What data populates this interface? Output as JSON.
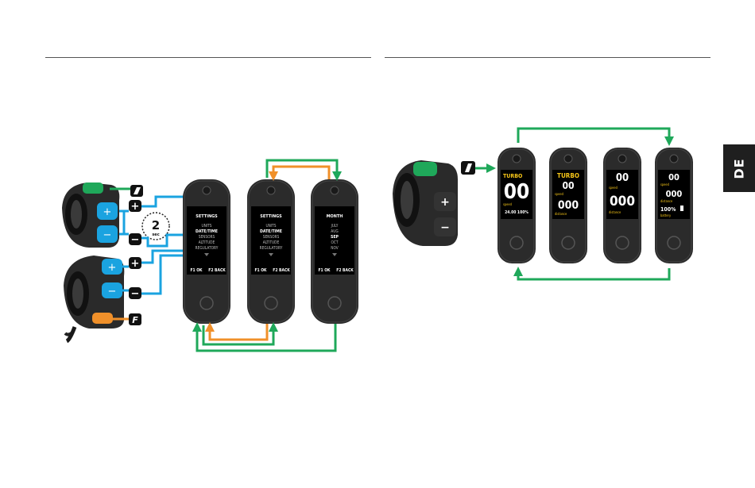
{
  "language_tab": "DE",
  "remote_buttons": {
    "plus": "+",
    "minus": "−",
    "function": "F",
    "confirm": "✓"
  },
  "hold_badge": {
    "value": "2",
    "unit": "sec"
  },
  "settings_flow": {
    "screen1": {
      "title": "SETTINGS",
      "items": [
        "UNITS",
        "DATE/TIME",
        "SENSORS",
        "ALTITUDE",
        "REGULATORY"
      ],
      "highlight_index": 1,
      "footer_left": "F1 OK",
      "footer_right": "F2 BACK"
    },
    "screen2": {
      "title": "SETTINGS",
      "items": [
        "UNITS",
        "DATE/TIME",
        "SENSORS",
        "ALTITUDE",
        "REGULATORY"
      ],
      "highlight_index": 1,
      "footer_left": "F1 OK",
      "footer_right": "F2 BACK"
    },
    "screen3": {
      "title": "MONTH",
      "items": [
        "JULY",
        "AUG",
        "SEP",
        "OCT",
        "NOV"
      ],
      "highlight_index": 2,
      "footer_left": "F1 OK",
      "footer_right": "F2 BACK"
    }
  },
  "ride_screens": {
    "screen1": {
      "mode": "TURBO",
      "big_value": "00",
      "label": "speed",
      "bottom": "24.00 100%"
    },
    "screen2": {
      "mode": "TURBO",
      "value1": "00",
      "label1": "speed",
      "value2": "000",
      "label2": "distance"
    },
    "screen3": {
      "value1": "00",
      "label1": "speed",
      "value2": "000",
      "label2": "distance"
    },
    "screen4": {
      "value1": "00",
      "label1": "speed",
      "value2": "000",
      "label2": "distance",
      "value3": "100%",
      "label3": "battery"
    }
  },
  "colors": {
    "blue": "#1aa3e0",
    "green": "#1fa85a",
    "orange": "#f0902a",
    "yellow": "#f5c518",
    "device_body": "#2b2b2b",
    "screen_bg": "#000000"
  }
}
